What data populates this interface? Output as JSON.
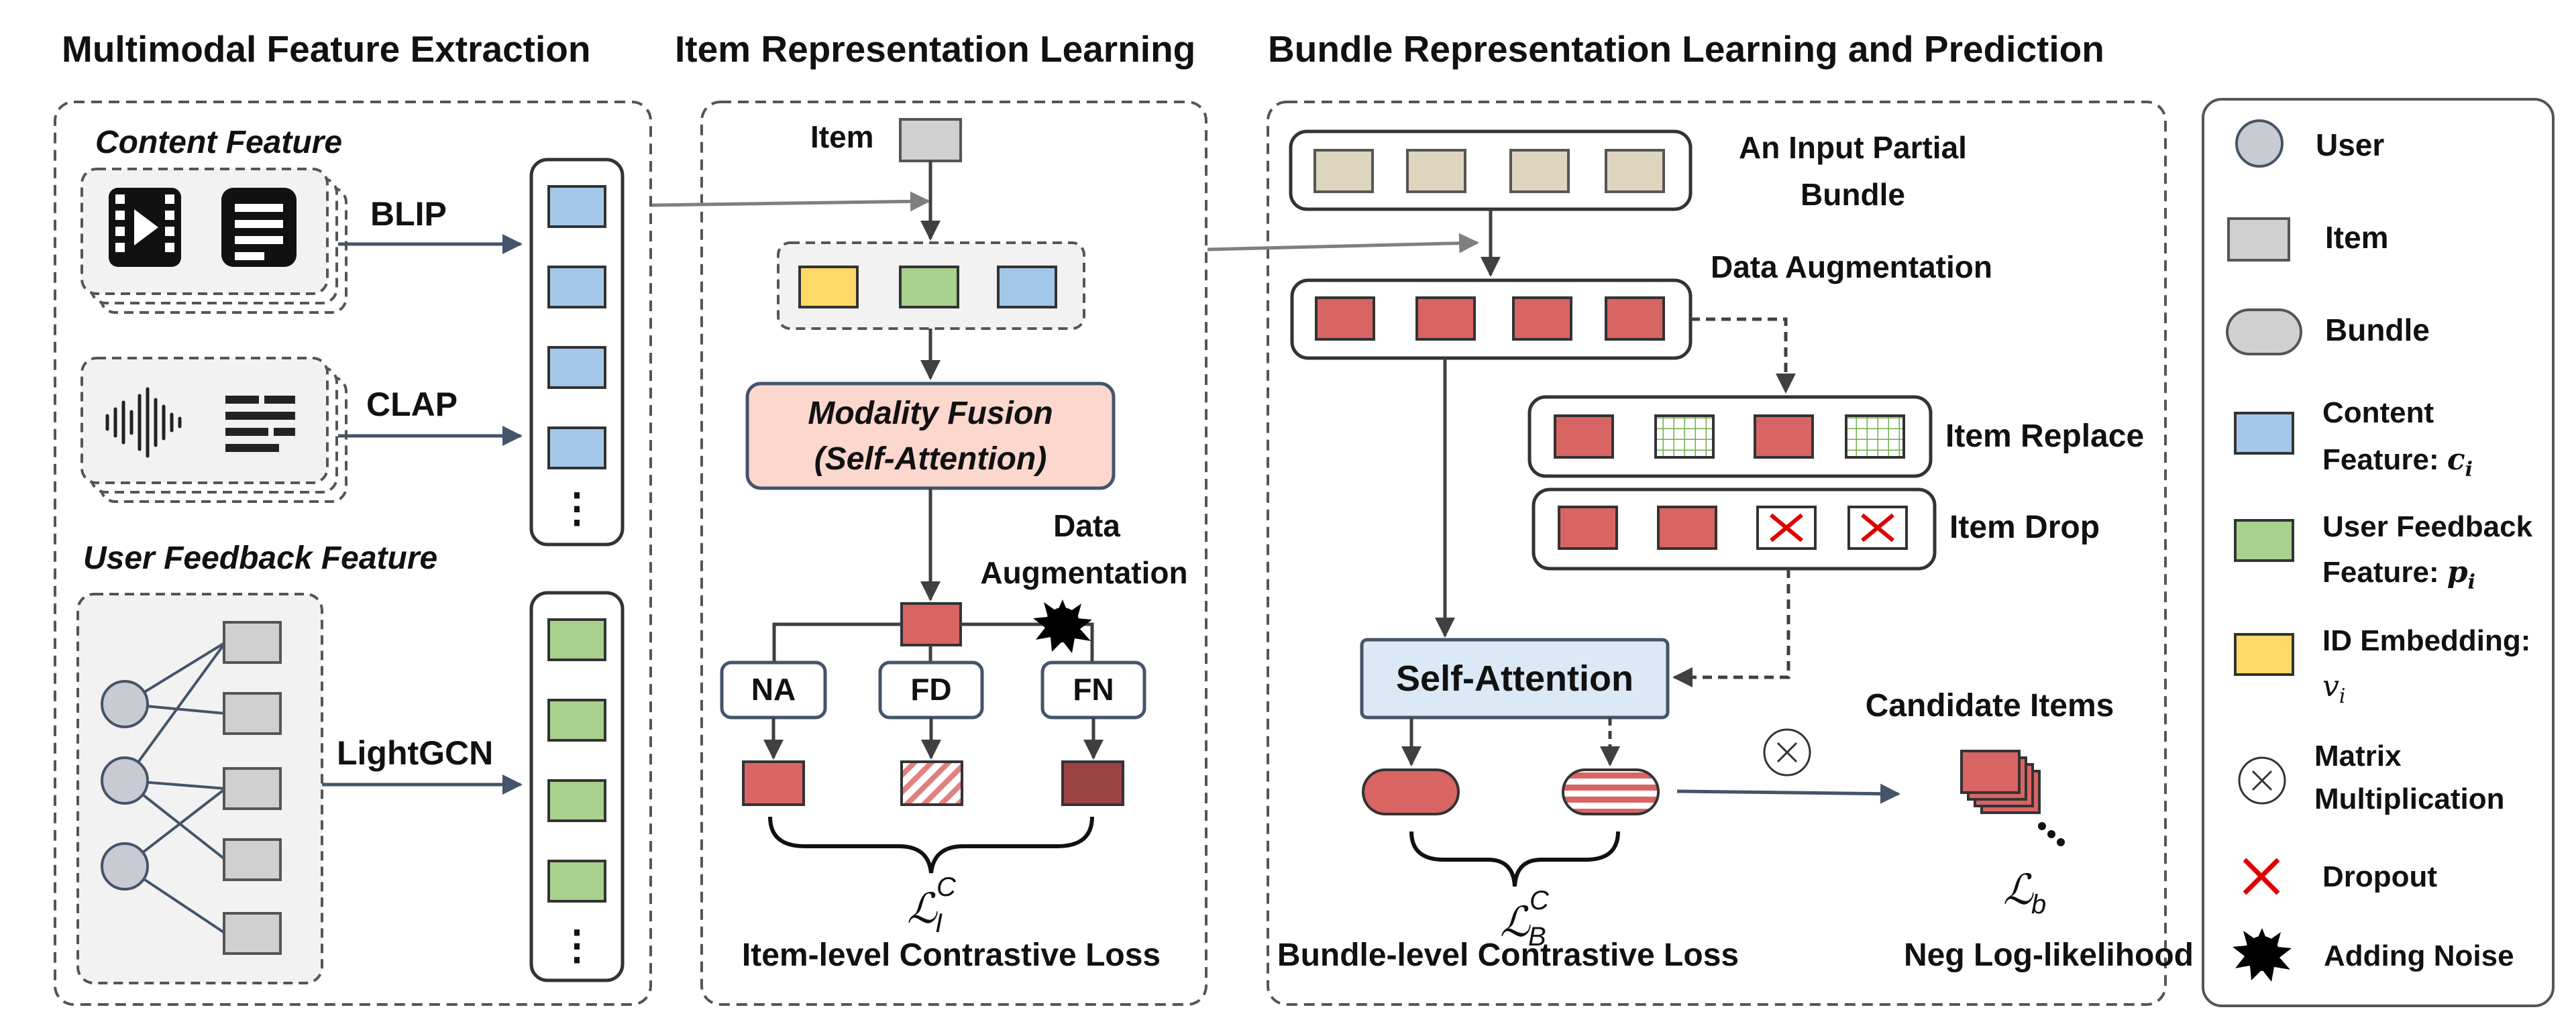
{
  "titles": {
    "multimodal": "Multimodal Feature Extraction",
    "item_rep": "Item Representation Learning",
    "bundle_rep": "Bundle Representation Learning and Prediction"
  },
  "extraction": {
    "content_feature": "Content Feature",
    "blip": "BLIP",
    "clap": "CLAP",
    "user_feedback_feature": "User Feedback Feature",
    "lightgcn": "LightGCN",
    "ellipsis": "⋮"
  },
  "item_rep": {
    "item": "Item",
    "fusion_line1": "Modality Fusion",
    "fusion_line2": "(Self-Attention)",
    "aug_line1": "Data",
    "aug_line2": "Augmentation",
    "na": "NA",
    "fd": "FD",
    "fn": "FN",
    "loss_main": "ℒ",
    "loss_sub": "I",
    "loss_sup": "C",
    "loss_caption": "Item-level Contrastive Loss"
  },
  "bundle_rep": {
    "input_line1": "An Input Partial",
    "input_line2": "Bundle",
    "data_aug": "Data Augmentation",
    "item_replace": "Item Replace",
    "item_drop": "Item Drop",
    "self_attention": "Self-Attention",
    "candidate_items": "Candidate Items",
    "loss_b_main": "ℒ",
    "loss_b_sub": "B",
    "loss_b_sup": "C",
    "loss_b_caption": "Bundle-level Contrastive Loss",
    "nll_main": "ℒ",
    "nll_sub": "b",
    "nll_caption": "Neg Log-likelihood"
  },
  "legend": {
    "user": "User",
    "item": "Item",
    "bundle": "Bundle",
    "content_line1": "Content",
    "content_line2": "Feature: ",
    "content_var": "c",
    "content_sub": "i",
    "feedback_line1": "User Feedback",
    "feedback_line2": "Feature: ",
    "feedback_var": "p",
    "feedback_sub": "i",
    "id_line1": "ID Embedding:",
    "id_var": "v",
    "id_sub": "i",
    "matrix_line1": "Matrix",
    "matrix_line2": "Multiplication",
    "dropout": "Dropout",
    "noise": "Adding Noise"
  },
  "colors": {
    "content_blue": "#a3c7e8",
    "feedback_green": "#a9d18e",
    "id_yellow": "#ffd966",
    "item_gray": "#d0d0d0",
    "bundle_item_beige": "#ddd5be",
    "red_item": "#d96464",
    "dark_red_item": "#9b4343",
    "fusion_pink": "#fbd7ce",
    "attention_blue": "#dbe8f5",
    "dropout_red": "#e00000",
    "arrow_navy": "#44546a"
  }
}
